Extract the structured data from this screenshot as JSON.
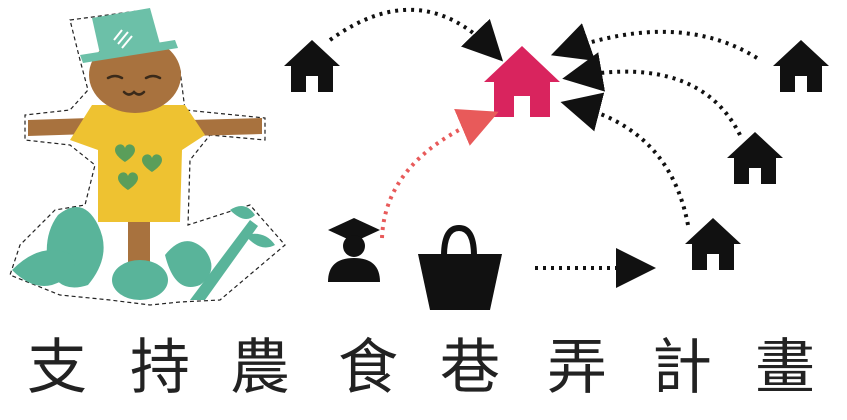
{
  "title": {
    "chars": [
      "支",
      "持",
      "農",
      "食",
      "巷",
      "弄",
      "計",
      "畫"
    ]
  },
  "colors": {
    "accent_house": "#d9245e",
    "dark": "#111111",
    "arrow_dark": "#111111",
    "arrow_red": "#e85a5a",
    "hat": "#6cc0a8",
    "head": "#a8723e",
    "shirt": "#eec231",
    "hearts": "#5a9e5a",
    "leaf": "#59b49a",
    "carrot": "#59b49a"
  },
  "icons": {
    "center_house": "house-icon",
    "houses": [
      "house-icon",
      "house-icon",
      "house-icon",
      "house-icon"
    ],
    "student": "graduate-person-icon",
    "bag": "shopping-bag-icon",
    "scarecrow": "scarecrow-illustration"
  }
}
